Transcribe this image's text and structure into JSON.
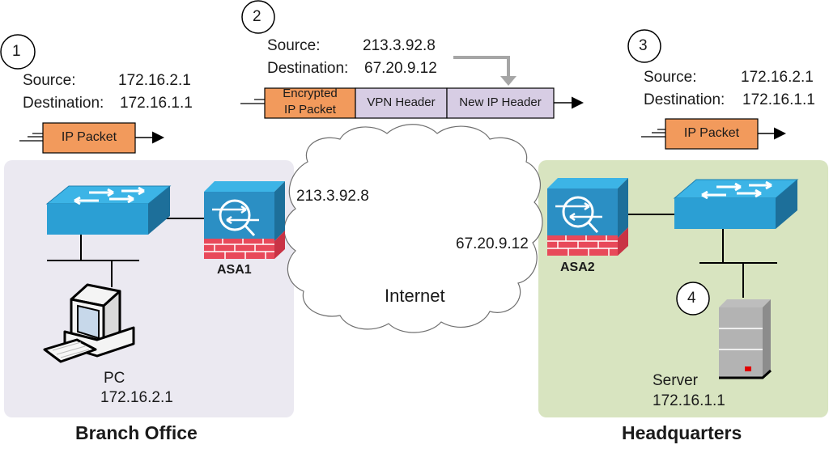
{
  "colors": {
    "branch_bg": "#ebe9f1",
    "hq_bg": "#d8e4c0",
    "ip_packet": "#f29a5c",
    "header_box": "#d7cde4",
    "device_blue": "#2b9fd4",
    "firewall_red": "#e8495a",
    "arrow_gray": "#a6a6a6"
  },
  "steps": [
    {
      "number": "1",
      "source_label": "Source:",
      "source_ip": "172.16.2.1",
      "dest_label": "Destination:",
      "dest_ip": "172.16.1.1",
      "packet": "IP Packet"
    },
    {
      "number": "2",
      "source_label": "Source:",
      "source_ip": "213.3.92.8",
      "dest_label": "Destination:",
      "dest_ip": "67.20.9.12",
      "segments": [
        "Encrypted IP Packet",
        "VPN Header",
        "New IP Header"
      ],
      "segment_lines": [
        [
          "Encrypted",
          "IP Packet"
        ],
        [
          "VPN Header"
        ],
        [
          "New IP Header"
        ]
      ]
    },
    {
      "number": "3",
      "source_label": "Source:",
      "source_ip": "172.16.2.1",
      "dest_label": "Destination:",
      "dest_ip": "172.16.1.1",
      "packet": "IP Packet"
    },
    {
      "number": "4"
    }
  ],
  "sites": {
    "branch": {
      "label": "Branch Office",
      "firewall": "ASA1",
      "host_name": "PC",
      "host_ip": "172.16.2.1",
      "outside_ip": "213.3.92.8"
    },
    "hq": {
      "label": "Headquarters",
      "firewall": "ASA2",
      "host_name": "Server",
      "host_ip": "172.16.1.1",
      "outside_ip": "67.20.9.12"
    }
  },
  "cloud": {
    "label": "Internet"
  }
}
